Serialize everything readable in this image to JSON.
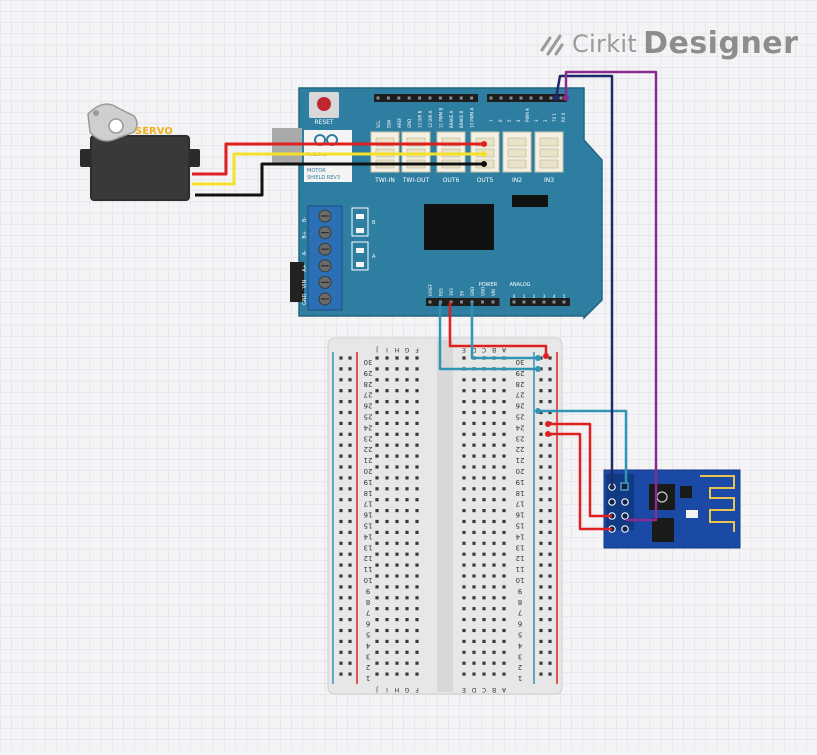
{
  "brand": {
    "name_a": "Cirkit",
    "name_b": "Designer",
    "icon": "cirkit-logo-icon"
  },
  "servo": {
    "label": "SERVO"
  },
  "shield": {
    "reset_label": "RESET",
    "arduino_text": "Arduino",
    "motor_text": "MOTOR",
    "shield_text": "SHIELD REV3",
    "top_pin_labels": [
      "SCL",
      "SDA",
      "AREF",
      "GND",
      "13 DIR B",
      "12 DIR A",
      "11 PWM B",
      "BRAKE A",
      "BRAKE B",
      "10 PWM A"
    ],
    "top_pin_labels_b": [
      "7",
      "6",
      "5",
      "4",
      "PWM A",
      "3",
      "2",
      "TX 1",
      "RX 0"
    ],
    "connector_labels": [
      "TWI-IN",
      "TWI-OUT",
      "OUT6",
      "OUT5",
      "IN2",
      "IN3"
    ],
    "terminal_labels": [
      "B-",
      "B+",
      "A-",
      "A+",
      "VIN",
      "GND"
    ],
    "led_labels": [
      "B",
      "A"
    ],
    "power_header": "POWER",
    "analog_header": "ANALOG",
    "power_pins": [
      "IOREF",
      "RES",
      "3V3",
      "5V",
      "GND",
      "GND",
      "VIN"
    ],
    "analog_pins": [
      "0",
      "1",
      "2",
      "3",
      "4",
      "5"
    ]
  },
  "breadboard": {
    "rows": [
      "30",
      "29",
      "28",
      "27",
      "26",
      "25",
      "24",
      "23",
      "22",
      "21",
      "20",
      "19",
      "18",
      "17",
      "16",
      "15",
      "14",
      "13",
      "12",
      "11",
      "10",
      "9",
      "8",
      "7",
      "6",
      "5",
      "4",
      "3",
      "2",
      "1"
    ],
    "cols_left": [
      "J",
      "I",
      "H",
      "G",
      "F"
    ],
    "cols_right": [
      "E",
      "D",
      "C",
      "B",
      "A"
    ]
  },
  "colors": {
    "background": "#f4f4f6",
    "grid": "#dcdce2",
    "shield": "#2d7ea0",
    "wire_red": "#e0201f",
    "wire_black": "#111111",
    "wire_yellow": "#f5e12a",
    "wire_teal": "#3294b5",
    "wire_purple": "#8a2a8e",
    "wire_navy": "#1f2a6b",
    "esp": "#1b49a6"
  }
}
